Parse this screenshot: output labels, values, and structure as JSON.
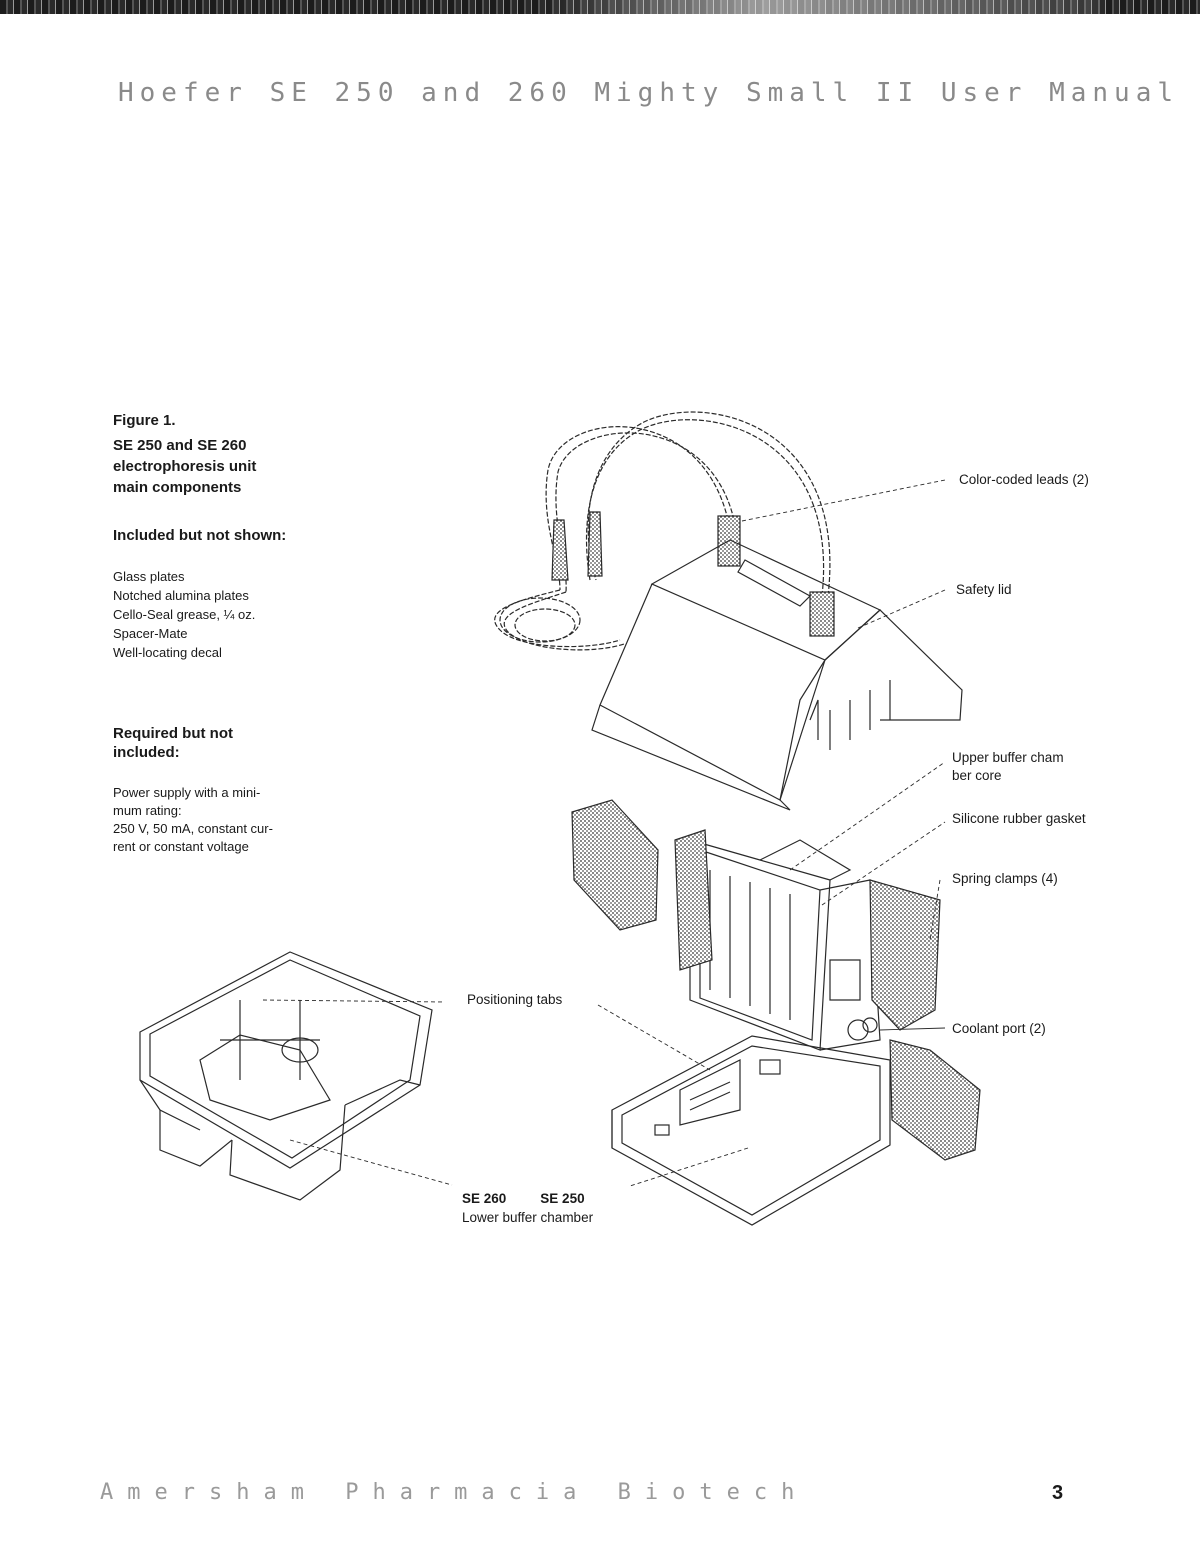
{
  "header": {
    "running_title": "Hoefer SE 250 and 260 Mighty Small II User Manual"
  },
  "figure": {
    "label": "Figure 1.",
    "title_lines": [
      "SE 250 and SE 260",
      "electrophoresis unit",
      "main components"
    ]
  },
  "included": {
    "heading": "Included but not shown:",
    "items": [
      "Glass plates",
      "Notched alumina plates",
      "Cello-Seal grease, ¼ oz.",
      "Spacer-Mate",
      "Well-locating decal"
    ]
  },
  "required": {
    "heading_lines": [
      "Required but not",
      "included:"
    ],
    "items": [
      "Power supply with a mini-",
      "mum rating:",
      "250 V, 50 mA, constant cur-",
      "rent or constant voltage"
    ]
  },
  "callouts": {
    "leads": "Color-coded leads (2)",
    "lid": "Safety lid",
    "core_line1": "Upper buffer cham",
    "core_line2": "ber core",
    "gasket": "Silicone rubber gasket",
    "clamps": "Spring clamps (4)",
    "coolant": "Coolant port (2)",
    "tabs": "Positioning tabs",
    "se260": "SE 260",
    "se250": "SE 250",
    "lower": "Lower buffer chamber"
  },
  "footer": {
    "left": "Amersham Pharmacia Biotech",
    "page": "3"
  }
}
